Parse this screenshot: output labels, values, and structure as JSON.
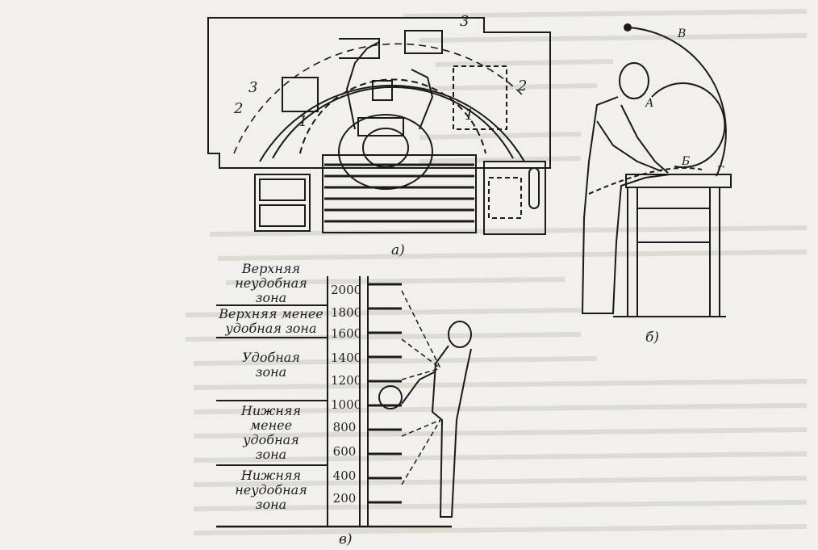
{
  "figure_a": {
    "caption": "а)",
    "zone_numbers": [
      "1",
      "2",
      "3",
      "1",
      "2",
      "3"
    ]
  },
  "figure_b": {
    "caption": "б)",
    "points": {
      "a": "А",
      "b": "Б",
      "v": "В",
      "g": "Г"
    }
  },
  "figure_v": {
    "caption": "в)",
    "zones": [
      {
        "line1": "Верхняя",
        "line2": "неудобная",
        "line3": "зона"
      },
      {
        "line1": "Верхняя менее",
        "line2": "удобная зона"
      },
      {
        "line1": "Удобная",
        "line2": "зона"
      },
      {
        "line1": "Нижняя",
        "line2": "менее",
        "line3": "удобная",
        "line4": "зона"
      },
      {
        "line1": "Нижняя",
        "line2": "неудобная",
        "line3": "зона"
      }
    ],
    "heights": [
      "2000",
      "1800",
      "1600",
      "1400",
      "1200",
      "1000",
      "800",
      "600",
      "400",
      "200"
    ]
  }
}
